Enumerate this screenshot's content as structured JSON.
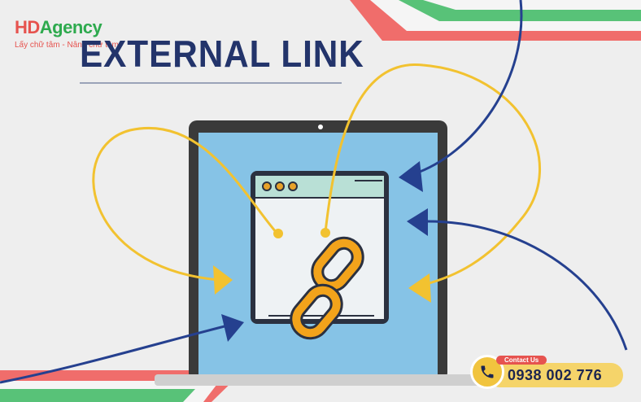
{
  "logo": {
    "brand_hd": "HD",
    "brand_agency": "Agency",
    "tagline": "Lấy chữ tâm - Nâng chữ tầm"
  },
  "headline": "EXTERNAL LINK",
  "contact": {
    "label": "Contact Us",
    "phone": "0938 002 776"
  },
  "colors": {
    "accent_red": "#e6534f",
    "accent_green": "#2eaa4e",
    "navy": "#23346b",
    "screen_blue": "#86c3e6",
    "chain_orange": "#f2a31b",
    "arrow_yellow": "#f2c230",
    "arrow_blue": "#25408f"
  },
  "icons": [
    "phone-icon",
    "chain-link-icon",
    "window-dots-icon",
    "arrow-icon"
  ]
}
